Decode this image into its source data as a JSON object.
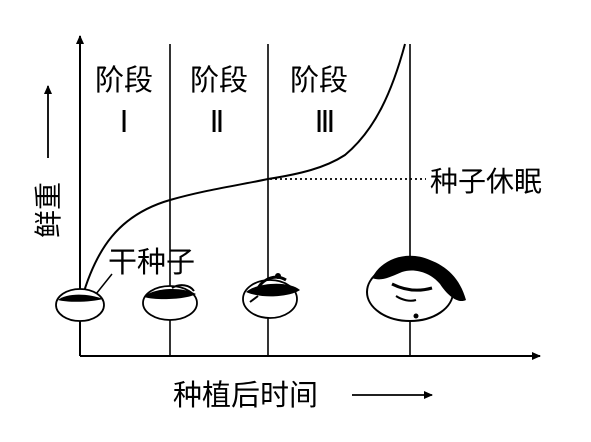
{
  "axes": {
    "y_label": "鲜重",
    "x_label": "种植后时间"
  },
  "stages": [
    {
      "label": "阶段",
      "numeral": "Ⅰ"
    },
    {
      "label": "阶段",
      "numeral": "Ⅱ"
    },
    {
      "label": "阶段",
      "numeral": "Ⅲ"
    }
  ],
  "annotations": {
    "dry_seed": "干种子",
    "seed_dormancy": "种子休眠"
  },
  "seed_icons": [
    "dry-seed",
    "imbibed-seed",
    "germinating-seed",
    "seedling"
  ],
  "colors": {
    "ink": "#000000",
    "background": "#ffffff"
  }
}
